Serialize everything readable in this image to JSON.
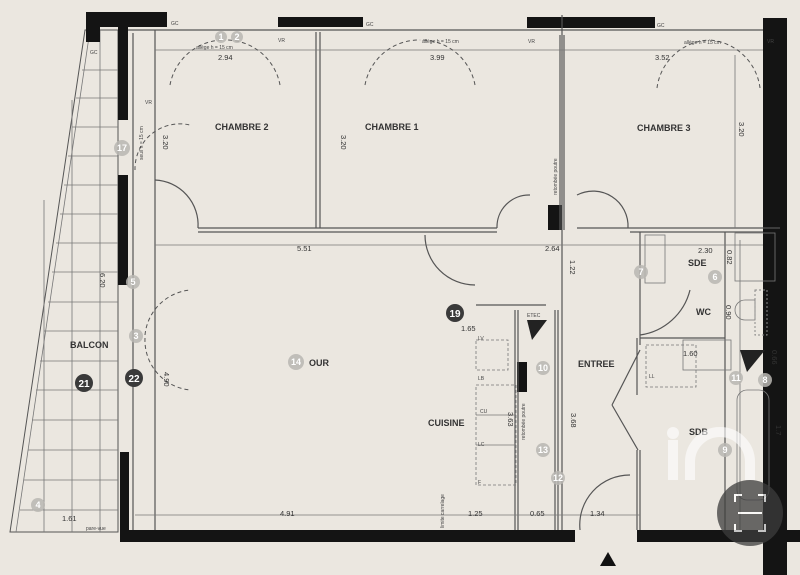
{
  "colors": {
    "background": "#ebe7e0",
    "walls": "#141414",
    "badge_dark": "#3a3a3a",
    "badge_light": "#b9b6b1"
  },
  "rooms": {
    "chambre2": "CHAMBRE 2",
    "chambre1": "CHAMBRE 1",
    "chambre3": "CHAMBRE 3",
    "sde": "SDE",
    "wc": "WC",
    "entree": "ENTREE",
    "cuisine": "CUISINE",
    "sdb": "SDB",
    "balcon": "BALCON",
    "sejour": "OUR"
  },
  "dimensions": {
    "ch2_width": "2.94",
    "ch1_width": "3.99",
    "ch3_width": "3.52",
    "ch2_depth": "3.20",
    "ch1_depth": "3.20",
    "ch3_depth": "3.20",
    "sejour_width_top": "5.51",
    "entree_width_top": "2.64",
    "entree_depth": "1.22",
    "sde_width": "2.30",
    "sde_depth": "0.82",
    "wc_depth": "0.90",
    "sdb_width": "1.60",
    "sdb_small": "0.66",
    "sdb_depth": "1.7",
    "cuisine_top": "1.65",
    "cuisine_depth": "3.63",
    "entree_depth2": "3.68",
    "cuisine_bottom": "1.25",
    "placard_bottom": "0.65",
    "entree_bottom": "1.34",
    "sejour_bottom": "4.91",
    "balcon_bottom": "1.61",
    "sejour_depth": "4.90",
    "balcon_depth": "6.20"
  },
  "annotations": {
    "gc": "GC",
    "vr": "VR",
    "allege": "allège h = 15 cm",
    "seuil": "seuil h = 15 cm",
    "retombee": "retombée poutre",
    "etec": "ETEC",
    "ll": "LL",
    "lv": "LV",
    "lb": "LB",
    "cu": "CU",
    "lc": "LC",
    "f": "F",
    "limite_carrelage": "limite carrelage",
    "pare_vue": "pare-vue"
  },
  "badges_dark": [
    "19",
    "21",
    "22"
  ],
  "badges_light": [
    "1",
    "2",
    "17",
    "5",
    "3",
    "14",
    "7",
    "6",
    "10",
    "13",
    "12",
    "11",
    "8",
    "9",
    "4"
  ],
  "logo": {
    "text": "iad"
  },
  "north_icon": "triangle-up"
}
